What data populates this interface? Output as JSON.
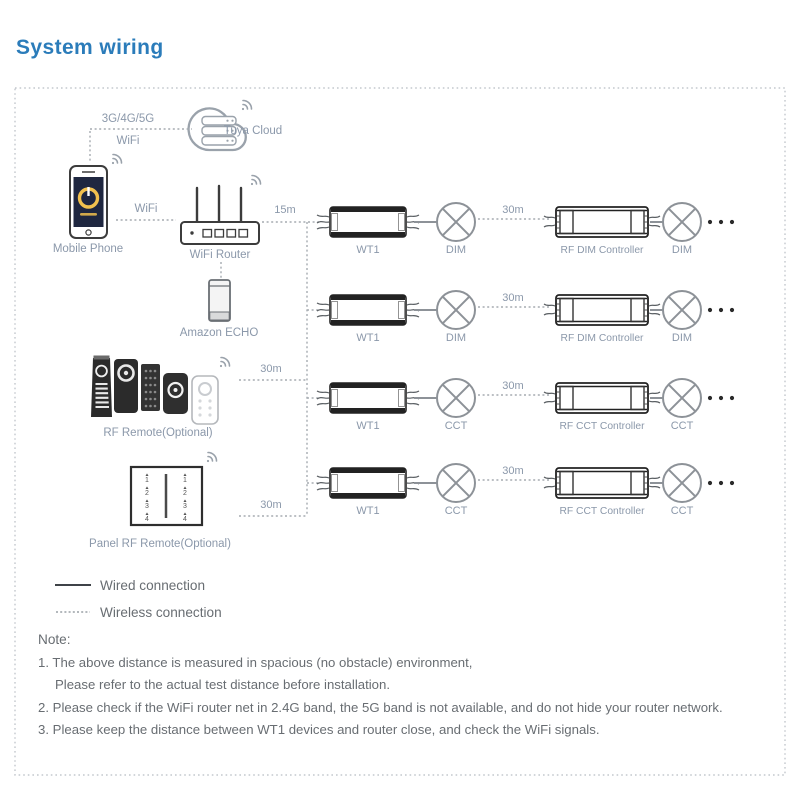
{
  "title": "System wiring",
  "cloud": {
    "label": "Tuya Cloud",
    "net": "3G/4G/5G",
    "wifi": "WiFi"
  },
  "phone": {
    "label": "Mobile Phone"
  },
  "wifi_link": "WiFi",
  "router": {
    "label": "WiFi Router",
    "distance": "15m"
  },
  "echo": {
    "label": "Amazon ECHO"
  },
  "rf_remote": {
    "label": "RF Remote(Optional)",
    "distance": "30m"
  },
  "panel_remote": {
    "label": "Panel RF Remote(Optional)",
    "distance": "30m"
  },
  "rows": [
    {
      "device": "WT1",
      "lamp": "DIM",
      "distance": "30m",
      "controller": "RF DIM Controller",
      "lamp2": "DIM"
    },
    {
      "device": "WT1",
      "lamp": "DIM",
      "distance": "30m",
      "controller": "RF DIM Controller",
      "lamp2": "DIM"
    },
    {
      "device": "WT1",
      "lamp": "CCT",
      "distance": "30m",
      "controller": "RF CCT Controller",
      "lamp2": "CCT"
    },
    {
      "device": "WT1",
      "lamp": "CCT",
      "distance": "30m",
      "controller": "RF CCT Controller",
      "lamp2": "CCT"
    }
  ],
  "legend": {
    "wired": "Wired connection",
    "wireless": "Wireless connection"
  },
  "note": {
    "heading": "Note:",
    "line1": "1. The above distance is measured in spacious (no obstacle) environment,",
    "line2": "Please refer to the actual test distance before installation.",
    "line3": "2. Please check if the WiFi router net in 2.4G band, the 5G band is not available, and do not hide your router network.",
    "line4": "3. Please keep the distance between WT1 devices and router close, and check the WiFi signals."
  },
  "icons": {
    "wifi": "wifi-signal-icon",
    "cloud": "cloud-server-icon",
    "lamp": "lamp-cross-icon",
    "dots": "more-devices-dots"
  },
  "colors": {
    "accent": "#2b7cba",
    "label": "#8b98aa",
    "note": "#686d72",
    "line": "#a6abb1"
  }
}
